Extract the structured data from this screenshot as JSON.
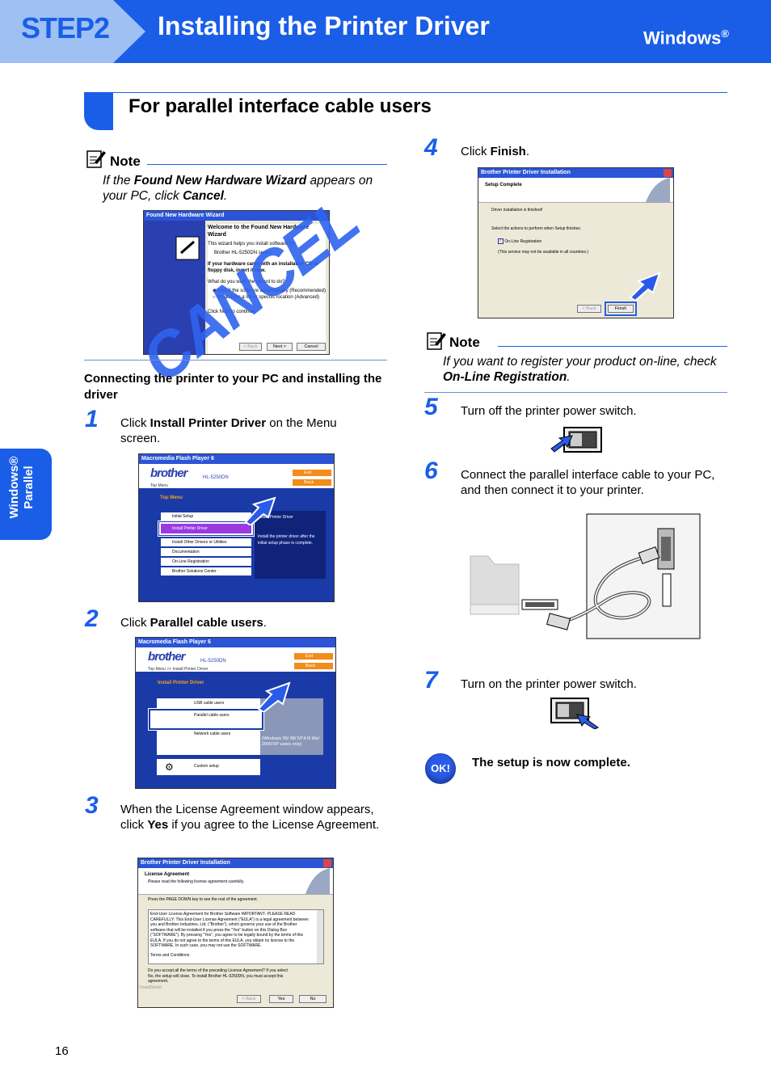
{
  "header": {
    "step": "STEP2",
    "title": "Installing the Printer Driver",
    "os": "Windows",
    "os_mark": "®"
  },
  "section": {
    "title": "For parallel interface cable users"
  },
  "side_tab": {
    "line1": "Windows®",
    "line2": "Parallel"
  },
  "note1": {
    "label": "Note",
    "text_parts": [
      "If the ",
      "Found New Hardware Wizard",
      " appears on your PC, click ",
      "Cancel",
      "."
    ]
  },
  "wizard_shot": {
    "title": "Found New Hardware Wizard",
    "welcome": "Welcome to the Found New Hardware Wizard",
    "body1": "This wizard helps you install software for:",
    "body2": "Brother HL-5250DN series",
    "body3": "If your hardware came with an installation CD or floppy disk, insert it now.",
    "question": "What do you want the wizard to do?",
    "opt1": "Install the software automatically (Recommended)",
    "opt2": "Install from a list or specific location (Advanced)",
    "cont": "Click Next to continue.",
    "back": "< Back",
    "next": "Next >",
    "cancel": "Cancel",
    "stamp": "CANCEL"
  },
  "subheading": "Connecting the printer to your PC and installing the driver",
  "steps": [
    {
      "num": "1",
      "parts": [
        "Click ",
        "Install Printer Driver",
        " on the Menu screen."
      ]
    },
    {
      "num": "2",
      "parts": [
        "Click ",
        "Parallel cable users",
        "."
      ]
    },
    {
      "num": "3",
      "parts": [
        "When the License Agreement window appears, click ",
        "Yes",
        " if you agree to the License Agreement."
      ]
    },
    {
      "num": "4",
      "parts": [
        "Click ",
        "Finish",
        "."
      ]
    },
    {
      "num": "5",
      "text": "Turn off the printer power switch."
    },
    {
      "num": "6",
      "text": "Connect the parallel interface cable to your PC, and then connect it to your printer."
    },
    {
      "num": "7",
      "text": "Turn on the printer power switch."
    }
  ],
  "menu_shot": {
    "title": "Macromedia Flash Player 6",
    "brand": "brother",
    "model": "HL-5250DN",
    "crumb": "Top Menu",
    "heading": "Top Menu",
    "exit": "Exit",
    "back": "Back",
    "items": [
      "Initial Setup",
      "Install Printer Driver",
      "Install Other Drivers or Utilities",
      "Documentation",
      "On-Line Registration",
      "Brother Solutions Center"
    ],
    "desc_title": "Install Printer Driver",
    "desc": "Install the printer driver after the initial setup phase is complete."
  },
  "driver_shot": {
    "title": "Macromedia Flash Player 6",
    "brand": "brother",
    "model": "HL-5250DN",
    "crumb": "Top Menu >> Install Printer Driver",
    "heading": "Install Printer Driver",
    "exit": "Exit",
    "back": "Back",
    "items": [
      "USB cable users",
      "Parallel cable users",
      "Network cable users",
      "Custom setup"
    ],
    "note": "(Windows 95/ 98/ NT4.0/ Me/ 2000/XP users only)"
  },
  "license_shot": {
    "title": "Brother Printer Driver Installation",
    "heading": "License Agreement",
    "sub": "Please read the following license agreement carefully.",
    "hint": "Press the PAGE DOWN key to see the rest of the agreement.",
    "body": "End-User License Agreement for Brother Software IMPORTANT- PLEASE READ CAREFULLY: This End-User License Agreement (\"EULA\") is a legal agreement between you and Brother Industries, Ltd. (\"Brother\"), which governs your use of the Brother software that will be installed if you press the \"Yes\" button on this Dialog Box (\"SOFTWARE\"). By pressing \"Yes\", you agree to be legally bound by the terms of this EULA. If you do not agree to the terms of this EULA, you obtain no license to the SOFTWARE. In such case, you may not use the SOFTWARE.",
    "terms": "Terms and Conditions",
    "question": "Do you accept all the terms of the preceding License Agreement? If you select No, the setup will close. To install Brother HL-5250DN, you must accept this agreement.",
    "footer": "InstallShield",
    "back": "< Back",
    "yes": "Yes",
    "no": "No"
  },
  "finish_shot": {
    "title": "Brother Printer Driver Installation",
    "heading": "Setup Complete",
    "line1": "Driver installation is finished!",
    "line2": "Select the actions to perform when Setup finishes.",
    "check": "On-Line Registration",
    "line3": "(This service may not be available in all countries.)",
    "back": "< Back",
    "finish": "Finish"
  },
  "note2": {
    "label": "Note",
    "text_parts": [
      "If you want to register your product on-line, check ",
      "On-Line Registration",
      "."
    ]
  },
  "ok": {
    "badge": "OK!",
    "text": "The setup is now complete."
  },
  "page_number": "16",
  "colors": {
    "brand_blue": "#1a5ee8",
    "light_blue": "#9ec0f2",
    "dialog_blue": "#2b55d6",
    "stamp_blue": "#2f63ee"
  }
}
